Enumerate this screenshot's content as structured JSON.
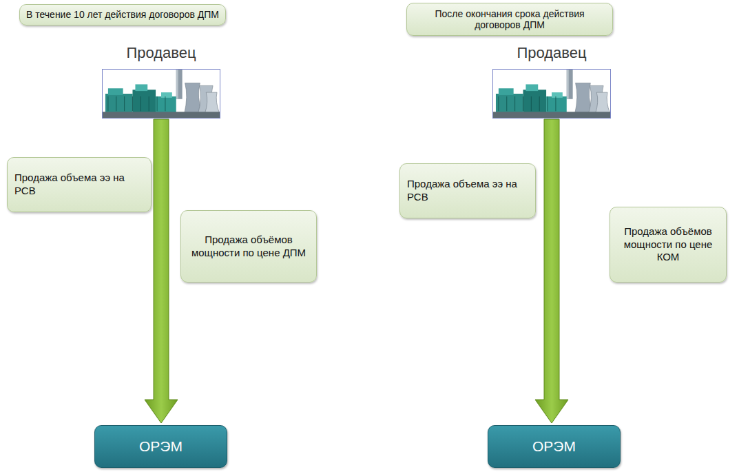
{
  "diagram": {
    "nodes": [
      {
        "text": [
          "В течение 10 лет действия договоров ДПМ"
        ]
      },
      {
        "text": [
          "Продавец"
        ]
      },
      {
        "text": [
          "Продажа объема ээ на РСВ"
        ]
      },
      {
        "text": [
          "Продажа объёмов мощности по цене ДПМ"
        ]
      },
      {
        "text": [
          "ОРЭМ"
        ]
      },
      {
        "text": [
          "После окончания срока действия договоров ДПМ"
        ]
      },
      {
        "text": [
          "Продавец"
        ]
      },
      {
        "text": [
          "Продажа объема ээ на РСВ"
        ]
      },
      {
        "text": [
          "Продажа объёмов мощности по цене КОМ"
        ]
      },
      {
        "text": [
          "ОРЭМ"
        ]
      }
    ],
    "edges": [
      {
        "from": 1,
        "to": 4,
        "arrow": "to"
      },
      {
        "from": 6,
        "to": 9,
        "arrow": "to"
      }
    ]
  }
}
